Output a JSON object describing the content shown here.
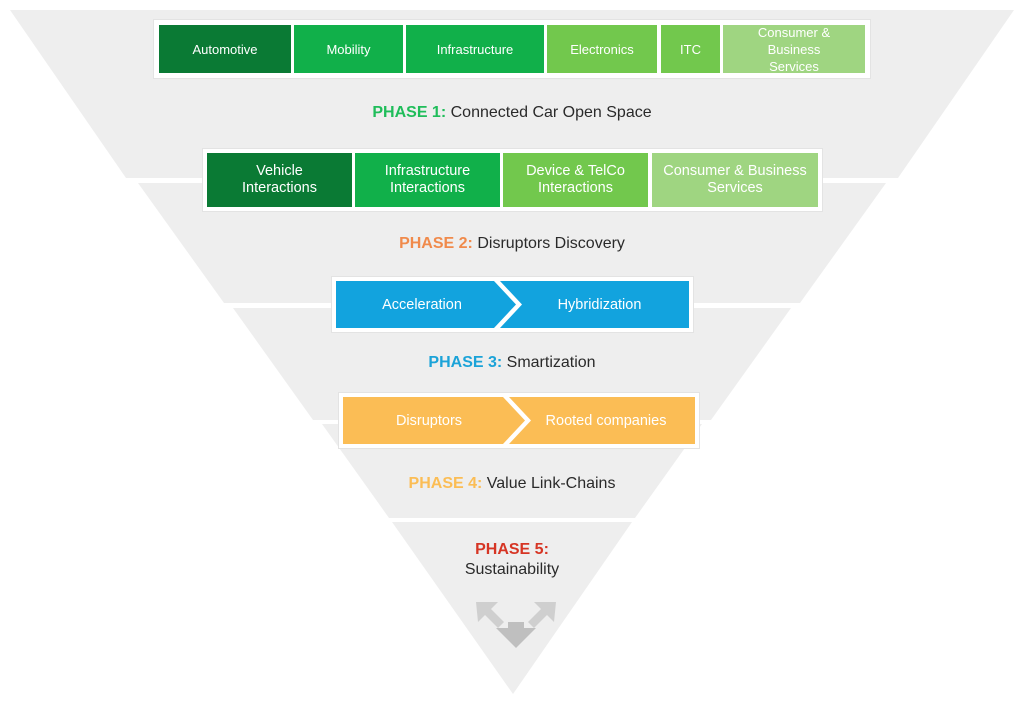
{
  "colors": {
    "funnel_fill": "#eeeeee",
    "green_dark": "#0a7a34",
    "green_mid": "#11b04a",
    "green_light": "#72c84d",
    "green_pale": "#9fd581",
    "blue": "#12a3de",
    "orange_light": "#fbbd55",
    "phase1": "#1fbd5a",
    "phase2": "#f08a4b",
    "phase3": "#1ba3d8",
    "phase4": "#fbbd55",
    "phase5": "#d63524"
  },
  "phase0": {
    "items": [
      "Automotive",
      "Mobility",
      "Infrastructure",
      "Electronics",
      "ITC",
      "Consumer & Business Services"
    ]
  },
  "phase1": {
    "tag": "PHASE 1:",
    "title": "Connected Car Open Space",
    "items": [
      [
        "Vehicle",
        "Interactions"
      ],
      [
        "Infrastructure",
        "Interactions"
      ],
      [
        "Device & TelCo",
        "Interactions"
      ],
      [
        "Consumer & Business",
        "Services"
      ]
    ]
  },
  "phase2": {
    "tag": "PHASE 2:",
    "title": "Disruptors Discovery",
    "items": [
      "Acceleration",
      "Hybridization"
    ]
  },
  "phase3": {
    "tag": "PHASE 3:",
    "title": "Smartization",
    "items": [
      "Disruptors",
      "Rooted companies"
    ]
  },
  "phase4": {
    "tag": "PHASE 4:",
    "title": "Value Link-Chains"
  },
  "phase5": {
    "tag": "PHASE 5:",
    "title": "Sustainability"
  },
  "icons": [
    "converging-arrows-icon"
  ]
}
